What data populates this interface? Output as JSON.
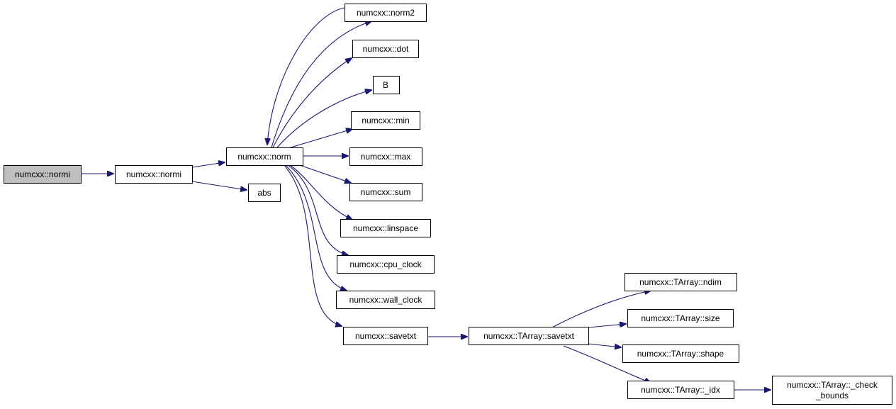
{
  "colors": {
    "edge": "#191970",
    "root_fill": "#bfbfbf",
    "node_fill": "#ffffff",
    "border": "#000000"
  },
  "nodes": {
    "root": "numcxx::normi",
    "normi": "numcxx::normi",
    "norm": "numcxx::norm",
    "abs": "abs",
    "norm2": "numcxx::norm2",
    "dot": "numcxx::dot",
    "B": "B",
    "min": "numcxx::min",
    "max": "numcxx::max",
    "sum": "numcxx::sum",
    "linspace": "numcxx::linspace",
    "cpu_clock": "numcxx::cpu_clock",
    "wall_clock": "numcxx::wall_clock",
    "savetxt": "numcxx::savetxt",
    "tarray_savetxt": "numcxx::TArray::savetxt",
    "ndim": "numcxx::TArray::ndim",
    "size": "numcxx::TArray::size",
    "shape": "numcxx::TArray::shape",
    "idx": "numcxx::TArray::_idx",
    "check_bounds_1": "numcxx::TArray::_check",
    "check_bounds_2": "_bounds"
  }
}
